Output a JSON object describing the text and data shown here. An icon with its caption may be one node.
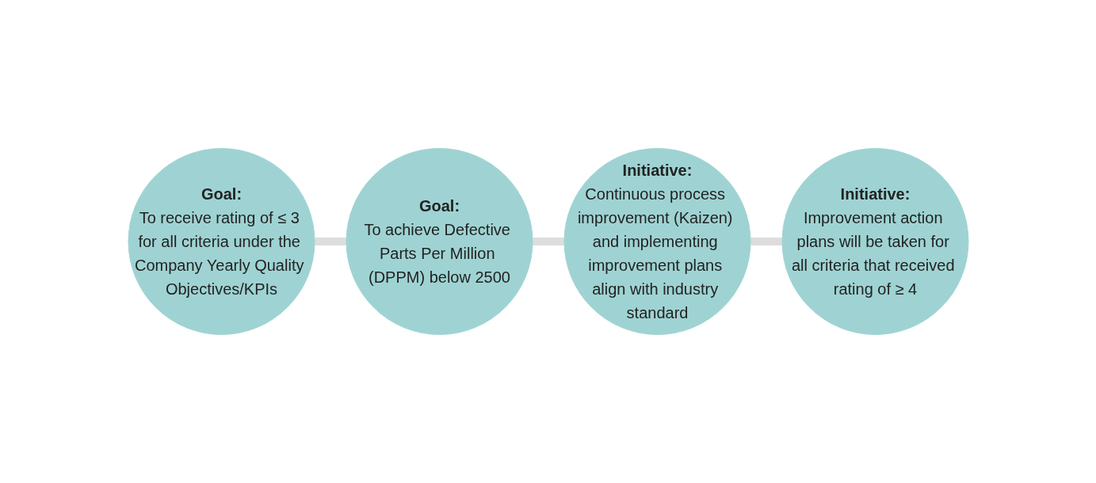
{
  "diagram": {
    "nodes": [
      {
        "text": [
          "Goal:",
          "To receive rating of ≤ 3 for all criteria under the Company Yearly Quality Objectives/KPIs"
        ]
      },
      {
        "text": [
          "Goal:",
          "To achieve Defective Parts Per Million (DPPM) below 2500"
        ]
      },
      {
        "text": [
          "Initiative:",
          "Continuous process improvement (Kaizen) and implementing improvement plans align with industry standard"
        ]
      },
      {
        "text": [
          "Initiative:",
          "Improvement action plans will be taken for all criteria that received rating of ≥ 4"
        ]
      }
    ],
    "edges": [
      {
        "from": 0,
        "to": 1,
        "arrow": "none"
      },
      {
        "from": 1,
        "to": 2,
        "arrow": "none"
      },
      {
        "from": 2,
        "to": 3,
        "arrow": "none"
      }
    ]
  }
}
